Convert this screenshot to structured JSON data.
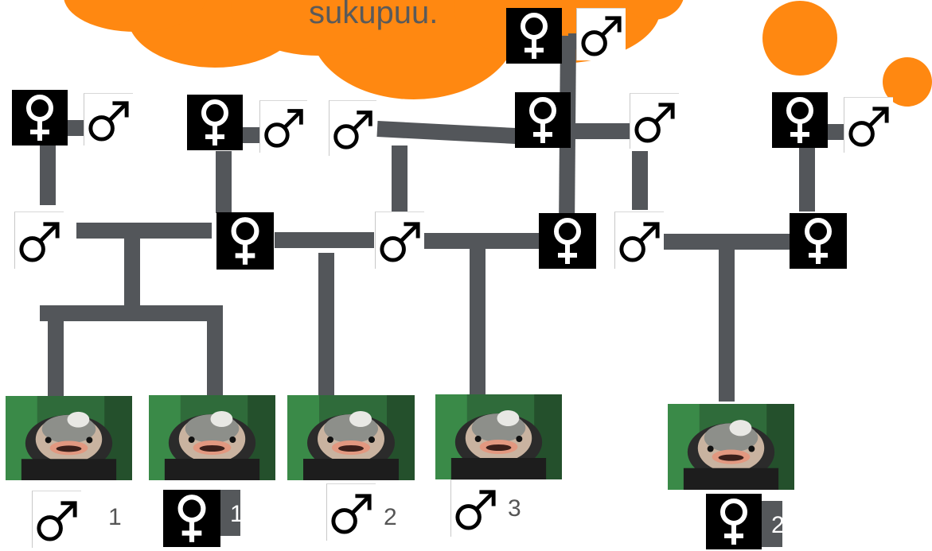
{
  "cloud": {
    "text": "sukupuu.",
    "color": "#ff8811"
  },
  "colors": {
    "line": "#53565a",
    "female_bg": "#000000",
    "male_stroke": "#000000"
  },
  "symbols": {
    "female": "female-symbol-icon",
    "male": "male-symbol-icon"
  },
  "offspring": [
    {
      "sex": "male",
      "number": "1"
    },
    {
      "sex": "female",
      "number": "1"
    },
    {
      "sex": "male",
      "number": "2"
    },
    {
      "sex": "male",
      "number": "3"
    },
    {
      "sex": "female",
      "number": "2"
    }
  ]
}
